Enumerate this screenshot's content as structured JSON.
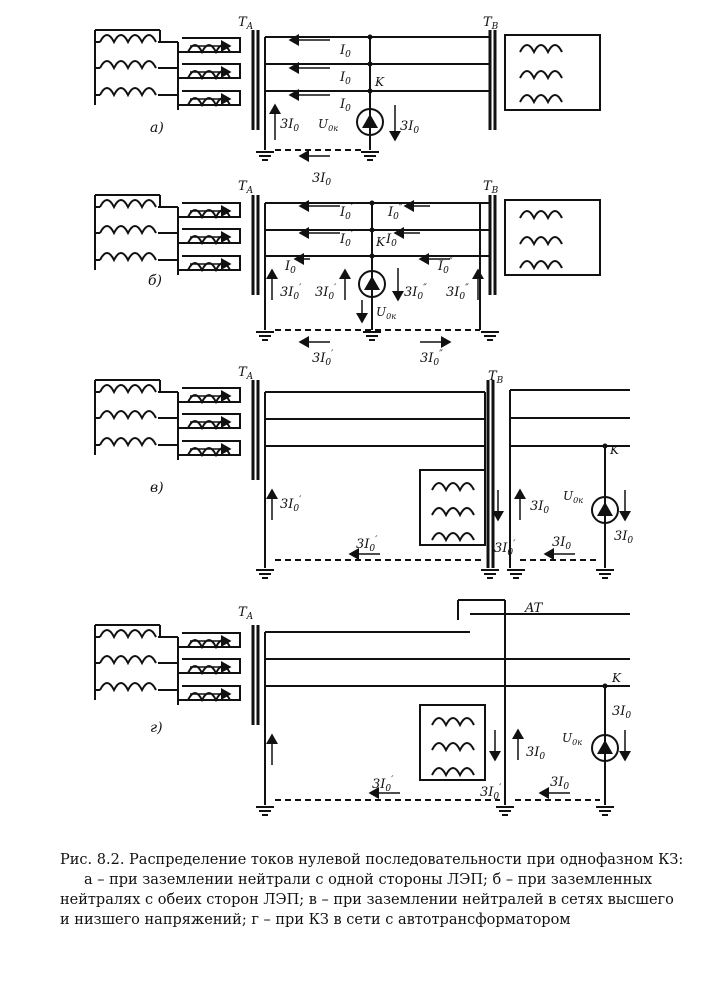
{
  "labels": {
    "TA": "T",
    "TA_sub": "A",
    "TB": "T",
    "TB_sub": "B",
    "AT": "AT",
    "K": "K",
    "U0k": "U",
    "U0k_sub": "0к",
    "panel_a": "а)",
    "panel_b": "б)",
    "panel_v": "в)",
    "panel_g": "г)",
    "I0": "I",
    "I0_sub": "0",
    "I0p": "I",
    "I0p_sub": "0",
    "I0p_mark": "′",
    "I0pp_mark": "″",
    "three": "3"
  },
  "caption": {
    "line1": "Рис. 8.2. Распределение токов нулевой последовательности при однофазном КЗ:",
    "line2": "а – при заземлении нейтрали с одной стороны ЛЭП; б – при заземленных",
    "line3": "нейтралях с обеих сторон ЛЭП; в – при заземлении нейтралей в сетях высшего",
    "line4": "и низшего напряжений; г – при КЗ в сети с автотрансформатором"
  }
}
